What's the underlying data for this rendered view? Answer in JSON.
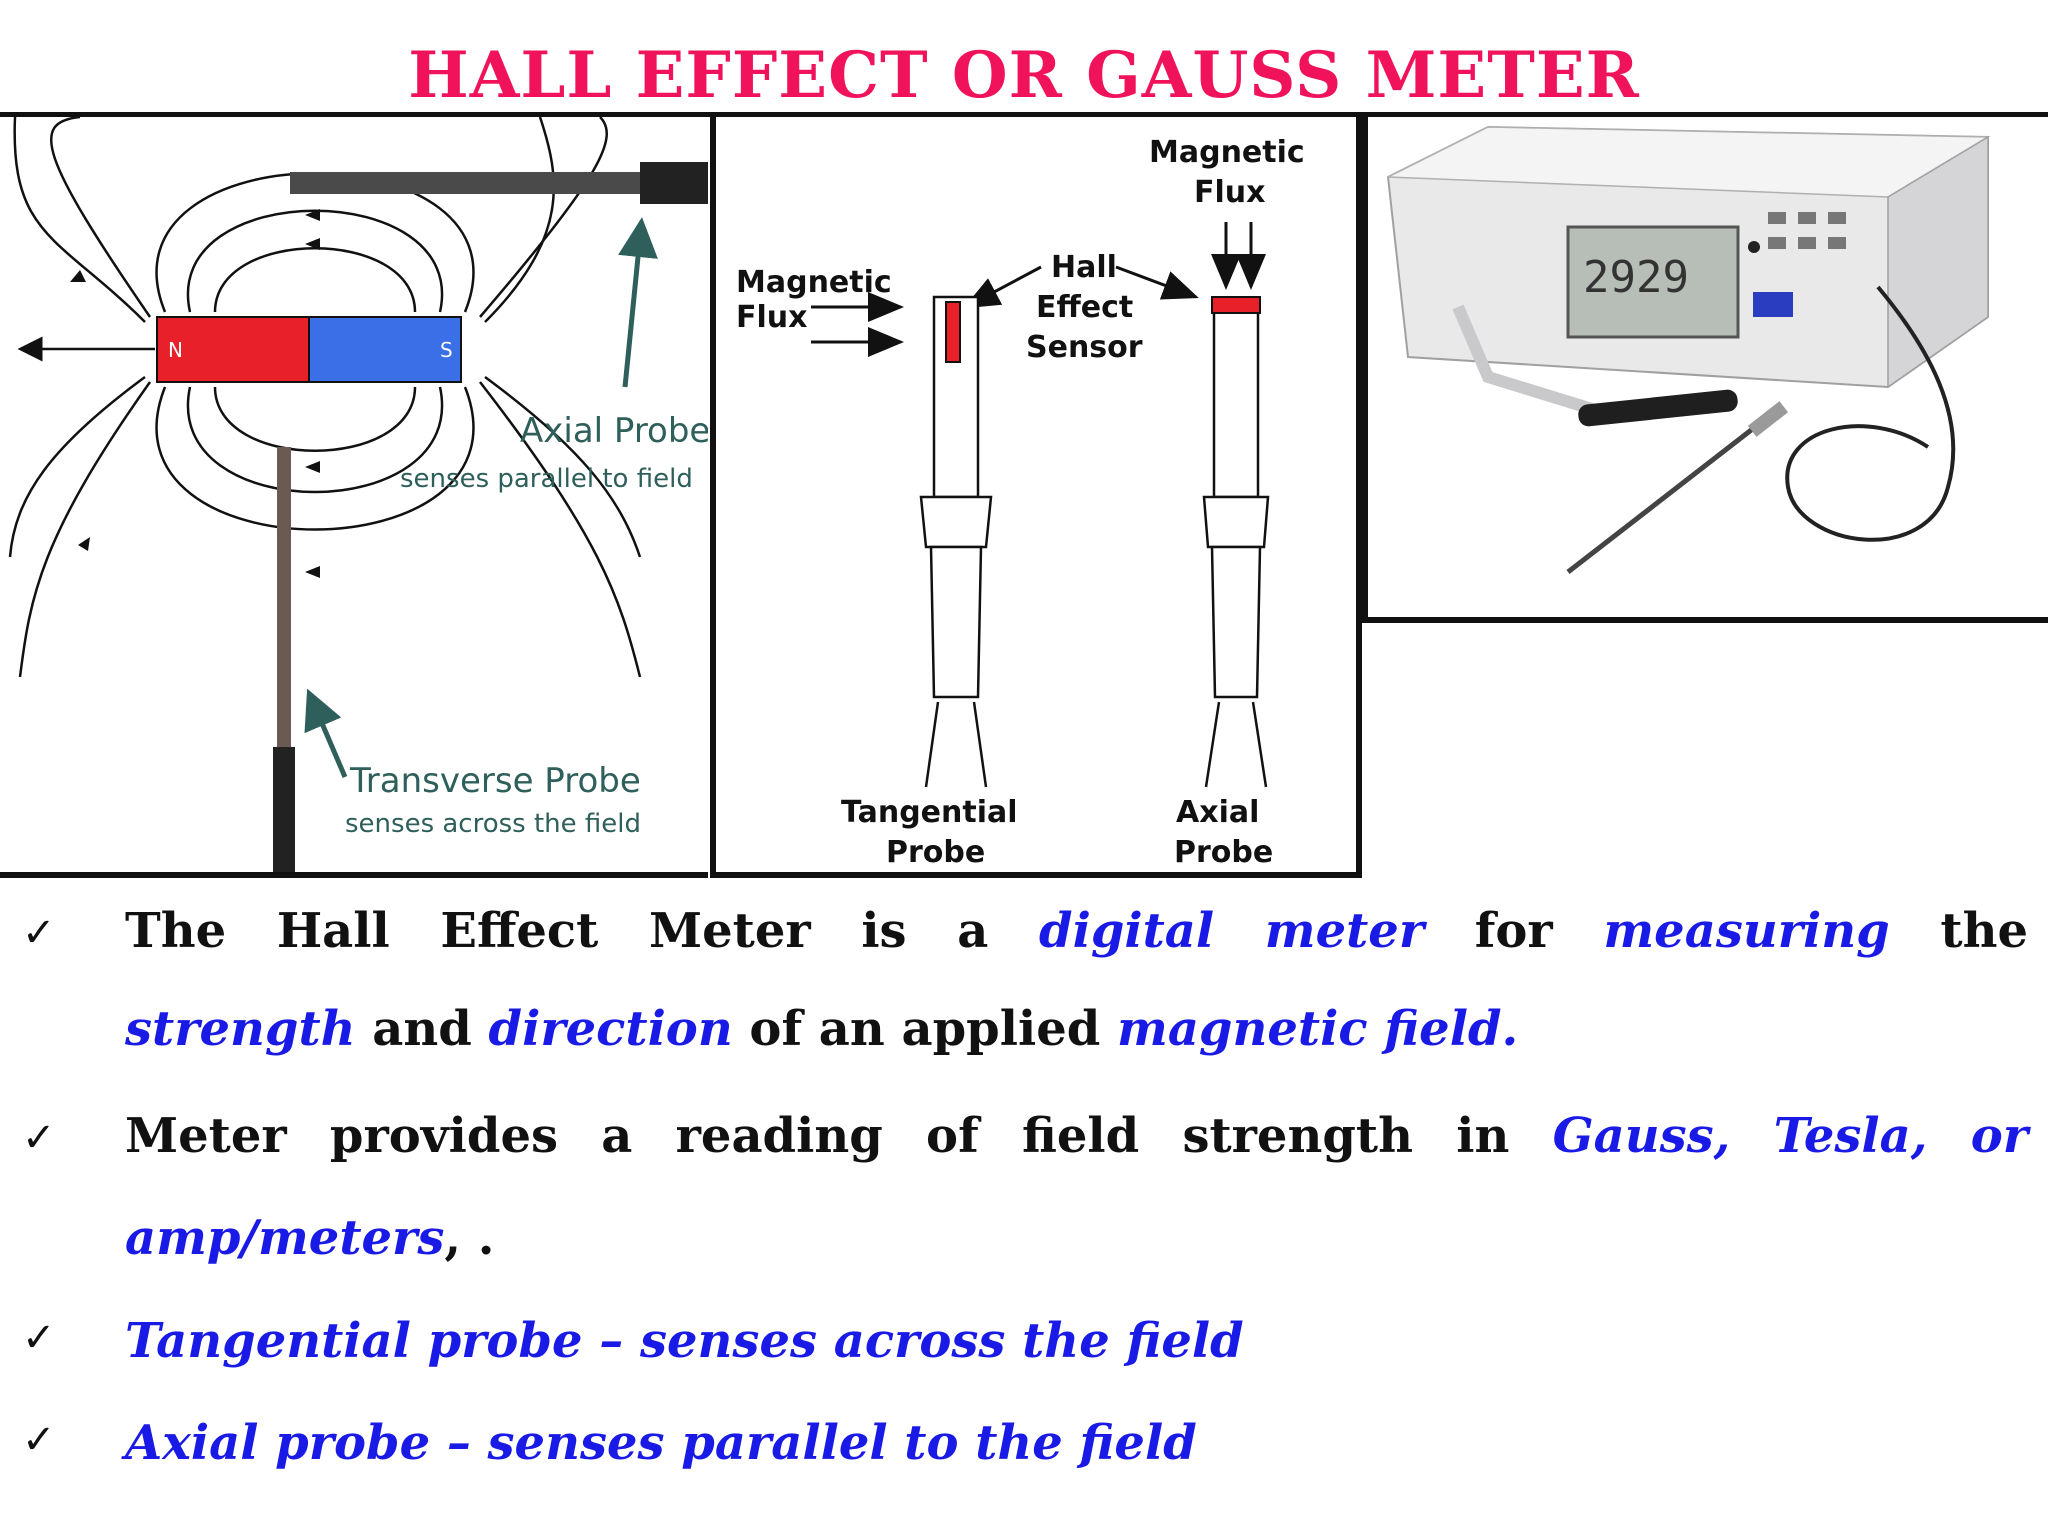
{
  "title": "HALL EFFECT OR GAUSS METER",
  "colors": {
    "title": "#f0135c",
    "highlight": "#1a1ae6",
    "text": "#111111",
    "north": "#e8202a",
    "south": "#3a6fe8",
    "label_teal": "#2f5f5a"
  },
  "field_diagram": {
    "north_label": "N",
    "south_label": "S",
    "axial_title": "Axial Probe",
    "axial_desc": "senses parallel to field",
    "transverse_title": "Transverse Probe",
    "transverse_desc": "senses across the field"
  },
  "probe_diagram": {
    "flux_left_line1": "Magnetic",
    "flux_left_line2": "Flux",
    "flux_top_line1": "Magnetic",
    "flux_top_line2": "Flux",
    "sensor_line1": "Hall",
    "sensor_line2": "Effect",
    "sensor_line3": "Sensor",
    "tangential_line1": "Tangential",
    "tangential_line2": "Probe",
    "axial_line1": "Axial",
    "axial_line2": "Probe"
  },
  "meter_photo": {
    "display_reading": "2929"
  },
  "bullets": [
    {
      "check": "✓",
      "p1": "The Hall Effect Meter is a ",
      "h1": "digital meter",
      "p2": " for ",
      "h2": "measuring",
      "p3": " the ",
      "h3": "strength",
      "p4": " and ",
      "h4": "direction",
      "p5": " of an applied ",
      "h5": "magnetic field."
    },
    {
      "check": "✓",
      "p1": "Meter provides a reading of field strength in ",
      "h1": "Gauss, Tesla, or amp/meters",
      "p2": ", ."
    },
    {
      "check": "✓",
      "h1": "Tangential probe – senses across the field"
    },
    {
      "check": "✓",
      "h1": "Axial probe – senses parallel to the field"
    }
  ]
}
